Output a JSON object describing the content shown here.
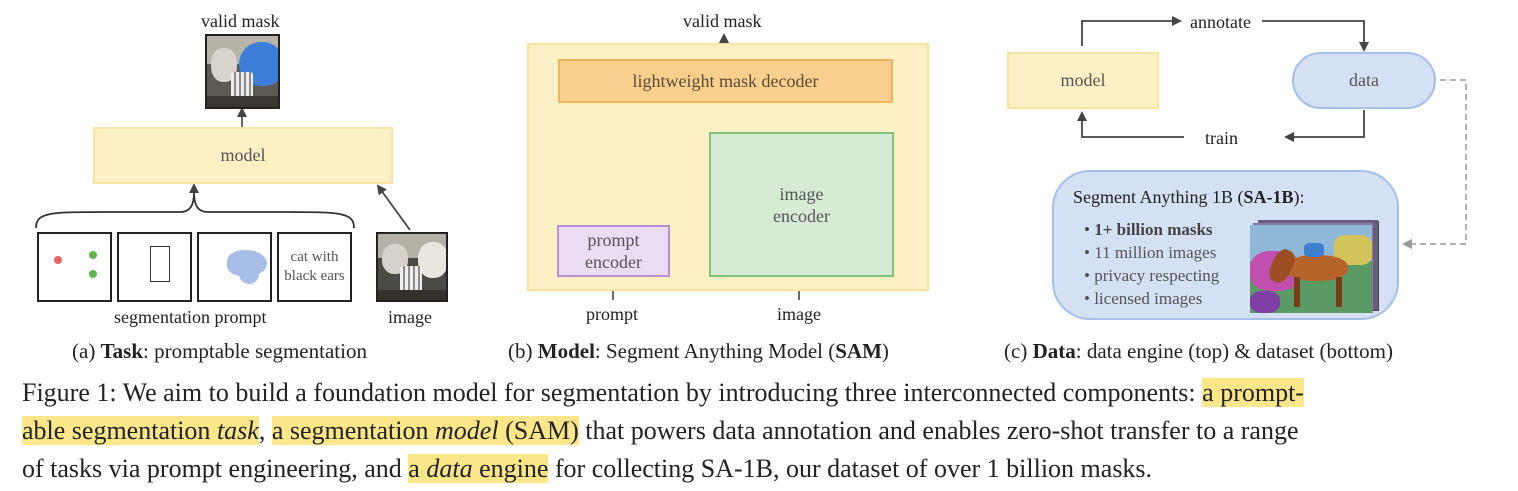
{
  "panel_a": {
    "output_label": "valid mask",
    "model_label": "model",
    "text_prompt_line1": "cat with",
    "text_prompt_line2": "black ears",
    "prompt_group_label": "segmentation prompt",
    "image_label": "image",
    "caption_prefix": "(a) ",
    "caption_bold": "Task",
    "caption_rest": ": promptable segmentation"
  },
  "panel_b": {
    "output_label": "valid mask",
    "decoder_label": "lightweight mask decoder",
    "prompt_encoder_line1": "prompt",
    "prompt_encoder_line2": "encoder",
    "image_encoder_line1": "image",
    "image_encoder_line2": "encoder",
    "prompt_input_label": "prompt",
    "image_input_label": "image",
    "caption_prefix": "(b) ",
    "caption_bold": "Model",
    "caption_mid": ": Segment Anything Model (",
    "caption_bold2": "SAM",
    "caption_end": ")"
  },
  "panel_c": {
    "model_label": "model",
    "data_label": "data",
    "annotate_label": "annotate",
    "train_label": "train",
    "dataset_title_pre": "Segment Anything 1B (",
    "dataset_title_bold": "SA-1B",
    "dataset_title_post": "):",
    "bullets": [
      "1+ billion masks",
      "11 million images",
      "privacy respecting",
      "licensed images"
    ],
    "caption_prefix": "(c) ",
    "caption_bold": "Data",
    "caption_rest": ": data engine (top) & dataset (bottom)"
  },
  "figure_caption": {
    "lead": "Figure 1: We aim to build a foundation model for segmentation by introducing three interconnected components: ",
    "hl1_a": "a prompt-",
    "hl1_b": "able segmentation ",
    "hl1_italic": "task",
    "sep1": ", ",
    "hl2_a": "a segmentation ",
    "hl2_italic": "model",
    "hl2_b": " (SAM)",
    "mid": " that powers data annotation and enables zero-shot transfer to a range",
    "line3_a": "of tasks via prompt engineering, and ",
    "hl3_a": "a ",
    "hl3_italic": "data",
    "hl3_b": " engine",
    "tail": " for collecting SA-1B, our dataset of over 1 billion masks."
  },
  "colors": {
    "yellow_fill": "#fdf0c4",
    "orange_fill": "#f9cf8e",
    "purple_fill": "#eadcf3",
    "green_fill": "#d7ebd4",
    "blue_fill": "#d4e0f3",
    "highlight": "#fbe68a"
  }
}
